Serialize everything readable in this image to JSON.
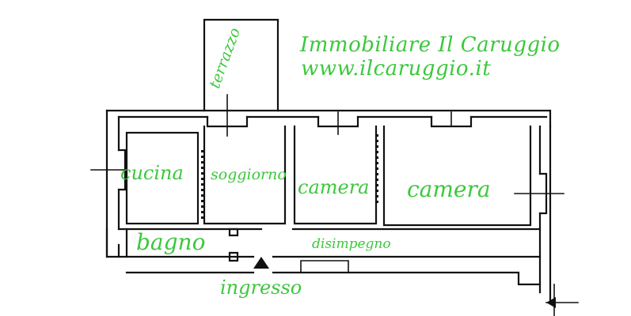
{
  "agency": {
    "name": "Immobiliare Il Caruggio",
    "website": "www.ilcaruggio.it"
  },
  "rooms": {
    "terrazzo": "terrazzo",
    "cucina": "cucina",
    "soggiorno": "soggiorno",
    "camera_small": "camera",
    "camera_large": "camera",
    "bagno": "bagno",
    "disimpegno": "disimpegno",
    "ingresso": "ingresso"
  },
  "colors": {
    "label": "#3cc83c",
    "wall": "#111111",
    "background": "#ffffff"
  }
}
